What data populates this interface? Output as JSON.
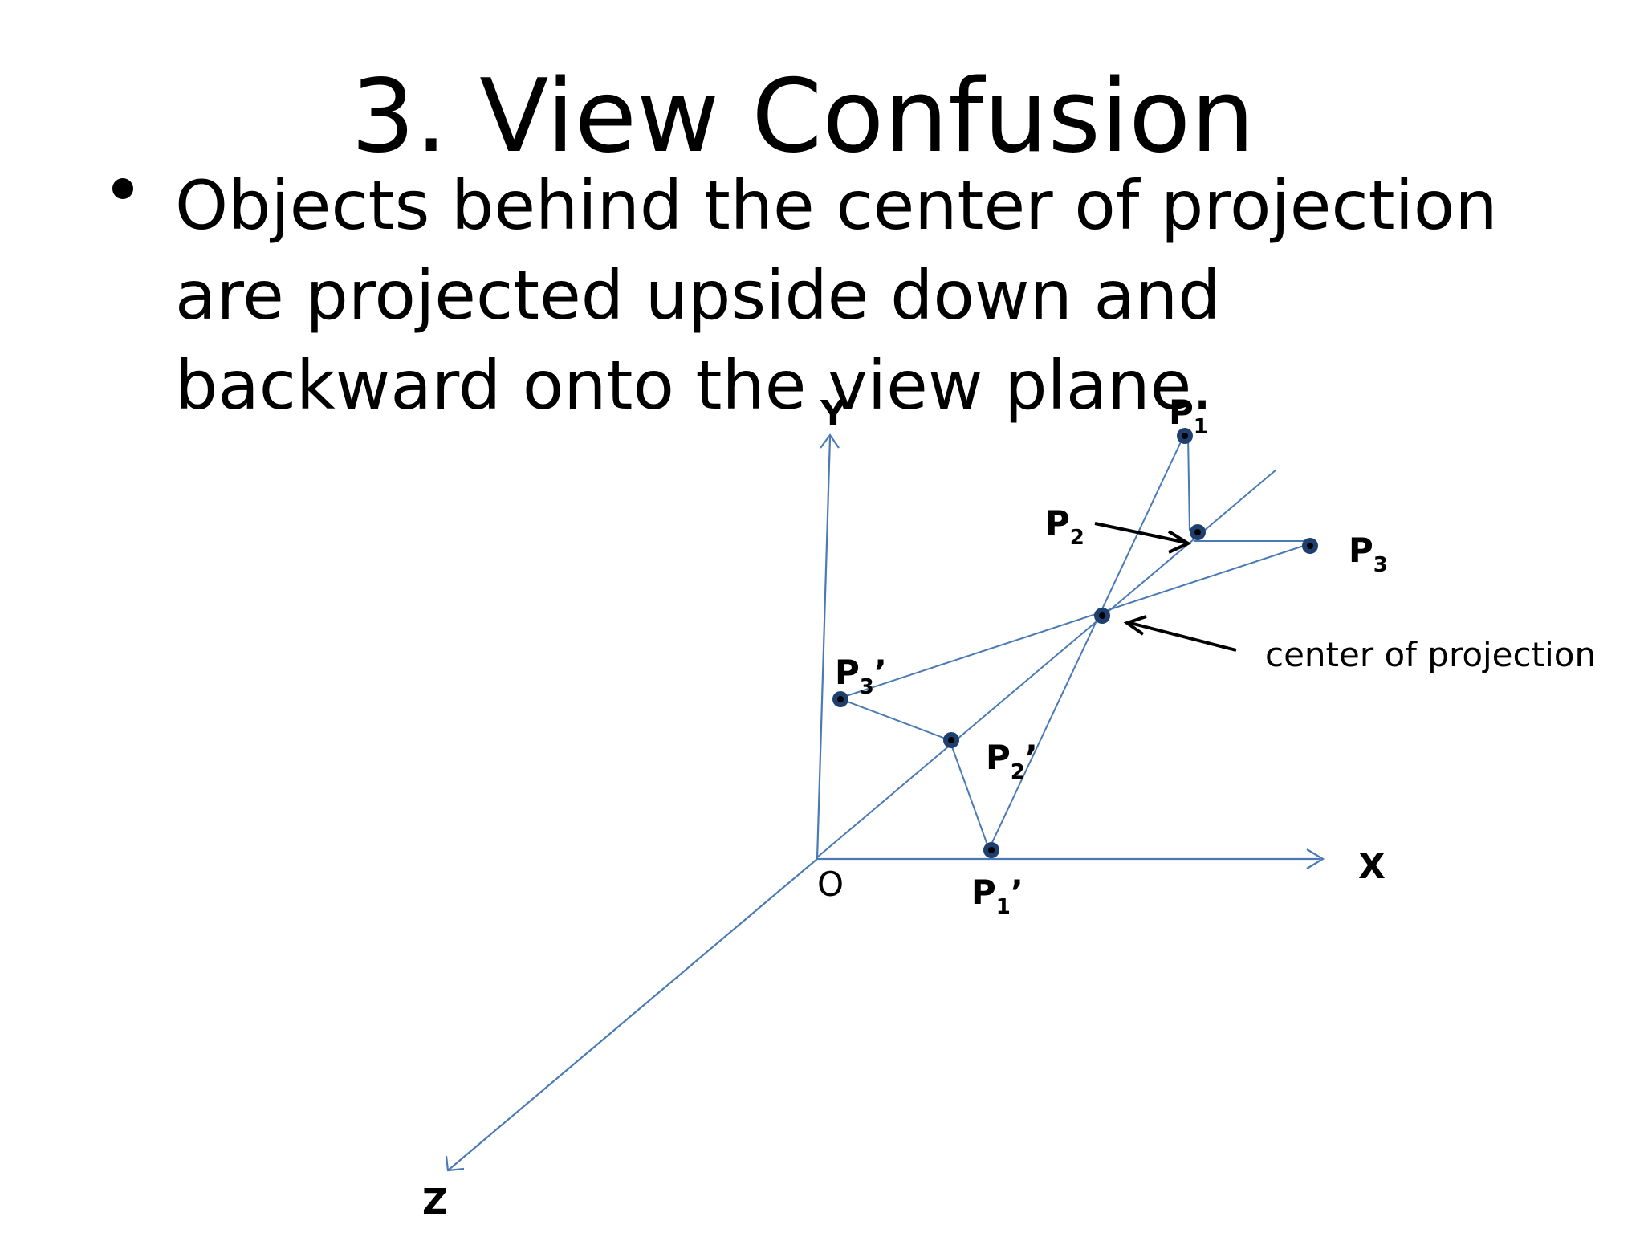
{
  "slide": {
    "title": "3. View Confusion",
    "bullet": "Objects behind the center of projection are projected upside down and backward onto the view plane."
  },
  "diagram": {
    "axes": {
      "x": "X",
      "y": "Y",
      "z": "Z",
      "origin": "O"
    },
    "points": {
      "p1": {
        "main": "P",
        "sub": "1",
        "prime": ""
      },
      "p2": {
        "main": "P",
        "sub": "2",
        "prime": ""
      },
      "p3": {
        "main": "P",
        "sub": "3",
        "prime": ""
      },
      "p1_proj": {
        "main": "P",
        "sub": "1",
        "prime": "’"
      },
      "p2_proj": {
        "main": "P",
        "sub": "2",
        "prime": "’"
      },
      "p3_proj": {
        "main": "P",
        "sub": "3",
        "prime": "’"
      }
    },
    "cop_label": "center of projection",
    "colors": {
      "line": "#4a7ab5",
      "point_fill": "#1f3f6e",
      "point_center": "#000000",
      "arrow": "#000000"
    }
  }
}
